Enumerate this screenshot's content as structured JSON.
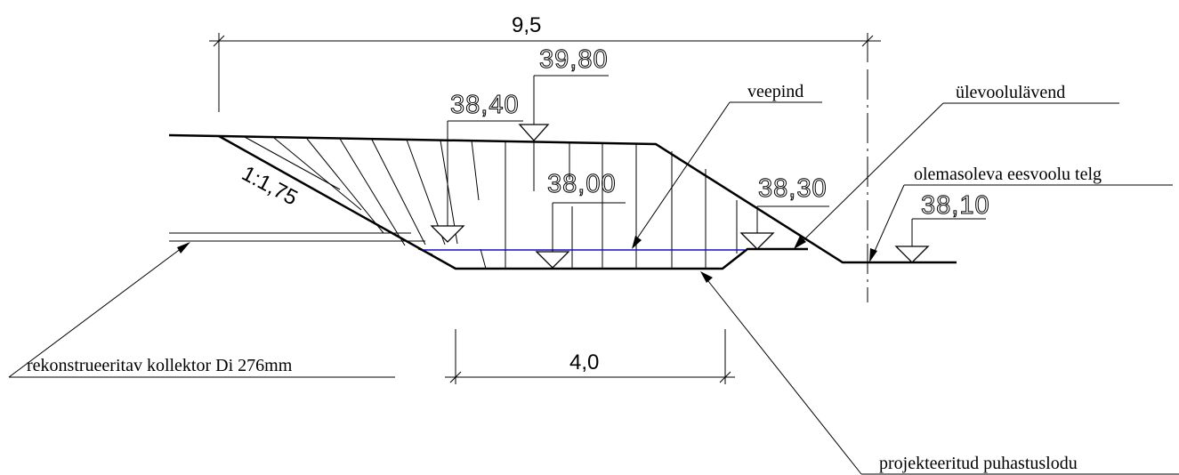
{
  "dimensions": {
    "top_width": "9,5",
    "bottom_width": "4,0"
  },
  "slope": "1:1,75",
  "elevations": {
    "ground_right_peak": "39,80",
    "ground_left": "38,40",
    "bottom": "38,00",
    "weir": "38,30",
    "existing_axis": "38,10"
  },
  "labels": {
    "water_surface": "veepind",
    "overflow_weir": "ülevoolulävend",
    "existing_channel_axis": "olemasoleva eesvoolu telg",
    "collector": "rekonstrueeritav kollektor Di 276mm",
    "designed_basin": "projekteeritud puhastuslodu"
  },
  "colors": {
    "lines": "#000000",
    "water_line": "#1010c8",
    "background": "#ffffff"
  }
}
